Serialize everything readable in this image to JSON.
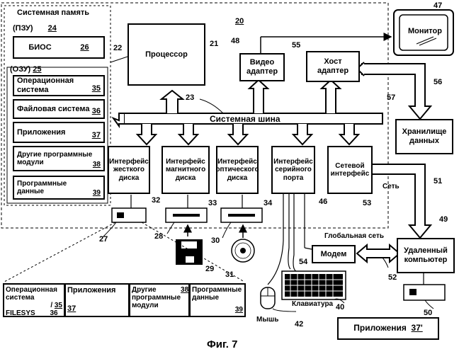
{
  "system_memory": {
    "title": "Системная память",
    "rom": "(ПЗУ)",
    "rom_num": "24",
    "bios": "БИОС",
    "bios_num": "26",
    "ram": "(ОЗУ)",
    "ram_num": "25",
    "num": "22"
  },
  "ram_items": [
    {
      "label": "Операционная система",
      "num": "35"
    },
    {
      "label": "Файловая система",
      "num": "36"
    },
    {
      "label": "Приложения",
      "num": "37"
    },
    {
      "label": "Другие программные модули",
      "num": "38"
    },
    {
      "label": "Программные данные",
      "num": "39"
    }
  ],
  "computer_num": "20",
  "processor": {
    "label": "Процессор",
    "num": "21"
  },
  "video": {
    "label": "Видео адаптер",
    "num": "48"
  },
  "host": {
    "label": "Хост адаптер",
    "num": "55"
  },
  "monitor": {
    "label": "Монитор",
    "num": "47"
  },
  "storage": {
    "label": "Хранилище данных",
    "num": "57",
    "link_num": "56"
  },
  "bus": {
    "label": "Системная шина",
    "num": "23"
  },
  "interfaces": [
    {
      "label": "Интерфейс жесткого диска",
      "num": "32"
    },
    {
      "label": "Интерфейс магнитного диска",
      "num": "33"
    },
    {
      "label": "Интерфейс оптического диска",
      "num": "34"
    },
    {
      "label": "Интерфейс серийного порта",
      "num": "46"
    },
    {
      "label": "Сетевой интерфейс",
      "num": "53"
    }
  ],
  "network": {
    "label": "Сеть",
    "num": "51"
  },
  "global_net": "Глобальная сеть",
  "remote": {
    "label": "Удаленный компьютер",
    "num": "49"
  },
  "modem": {
    "label": "Модем",
    "num": "54",
    "link_num": "52"
  },
  "keyboard": {
    "label": "Клавиатура",
    "num": "40"
  },
  "mouse": {
    "label": "Мышь",
    "num": "42"
  },
  "floppy_num": "29",
  "cd_num": "31",
  "hdd_num": "27",
  "fdd_num": "28",
  "cdd_num": "30",
  "remote_disk_num": "50",
  "remote_apps": {
    "label": "Приложения",
    "num": "37'"
  },
  "disk_table": {
    "os": "Операционная система",
    "os_num": "35",
    "fs": "FILESYS",
    "fs_num": "36",
    "slash": "/",
    "apps": "Приложения",
    "apps_num": "37",
    "other": "Другие программные модули",
    "other_num": "38",
    "data": "Программные данные",
    "data_num": "39"
  },
  "caption": "Фиг. 7"
}
